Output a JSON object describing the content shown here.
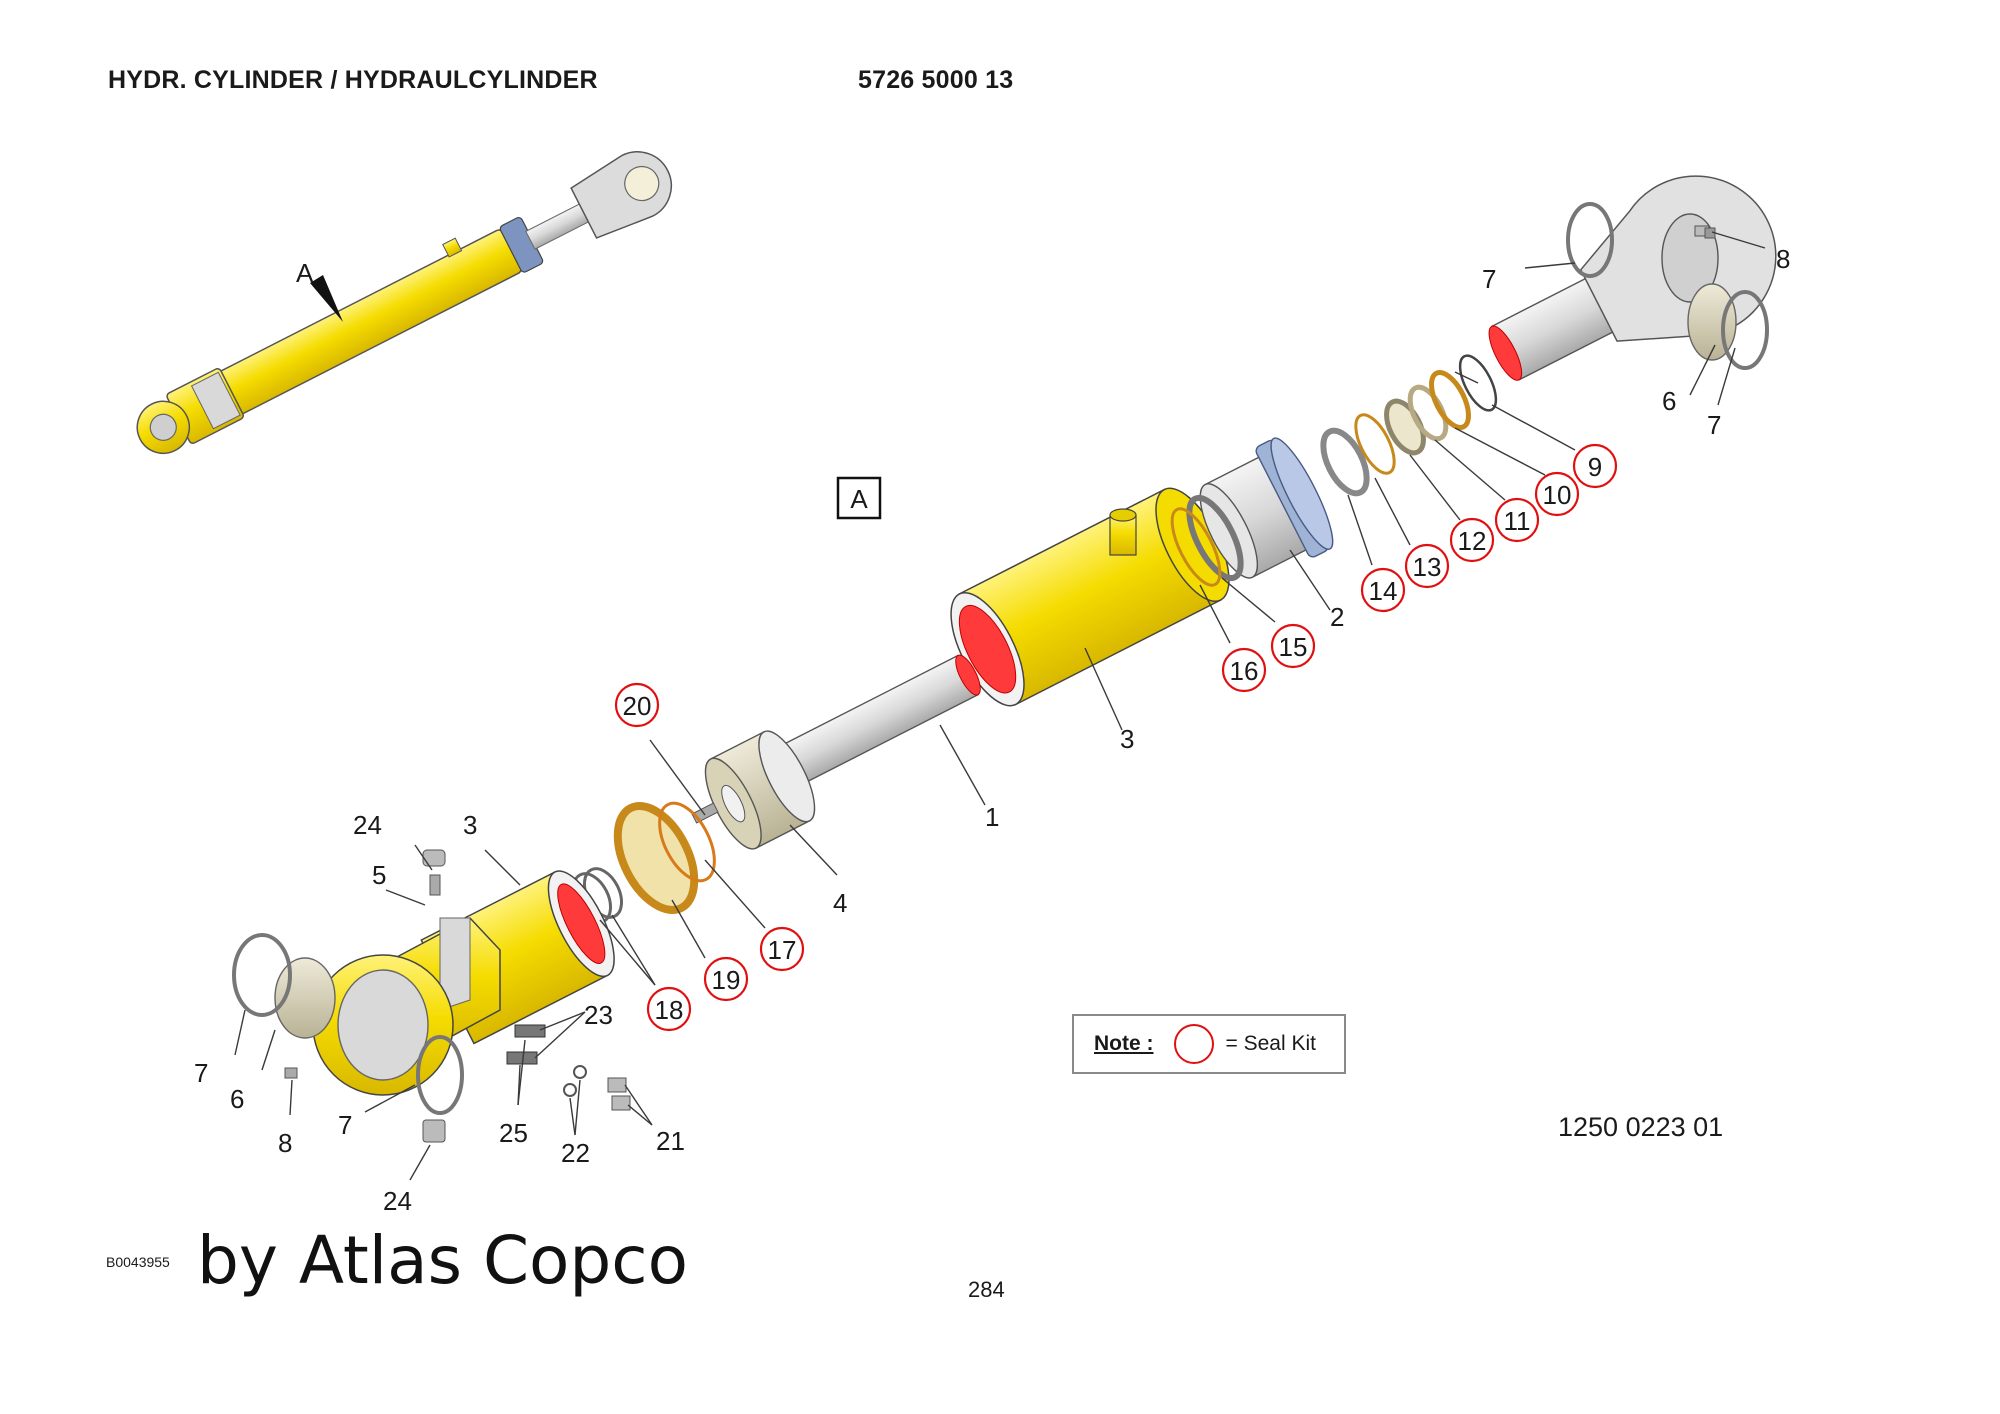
{
  "header": {
    "title": "HYDR. CYLINDER / HYDRAULCYLINDER",
    "part_number": "5726 5000 13"
  },
  "view": {
    "overview_marker": "A",
    "view_box_label": "A"
  },
  "callouts": {
    "c1": "1",
    "c2": "2",
    "c3a": "3",
    "c3b": "3",
    "c4": "4",
    "c5": "5",
    "c6a": "6",
    "c6b": "6",
    "c7a": "7",
    "c7b": "7",
    "c7c": "7",
    "c7d": "7",
    "c8a": "8",
    "c8b": "8",
    "c21": "21",
    "c22": "22",
    "c23": "23",
    "c24a": "24",
    "c24b": "24",
    "c25": "25"
  },
  "seal_kit_items": {
    "s9": "9",
    "s10": "10",
    "s11": "11",
    "s12": "12",
    "s13": "13",
    "s14": "14",
    "s15": "15",
    "s16": "16",
    "s17": "17",
    "s18": "18",
    "s19": "19",
    "s20": "20"
  },
  "note": {
    "label": "Note :",
    "text": "= Seal Kit"
  },
  "drawing_number": "1250 0223 01",
  "footer": {
    "code": "B0043955",
    "brand": "by Atlas Copco",
    "page_number": "284"
  },
  "colors": {
    "cylinder_yellow": "#f5dc00",
    "seal_orange": "#e8a33a",
    "seal_kit_ring": "#e01010",
    "gland_blue": "#9fb3d6",
    "steel_grey": "#d9d9d9"
  }
}
